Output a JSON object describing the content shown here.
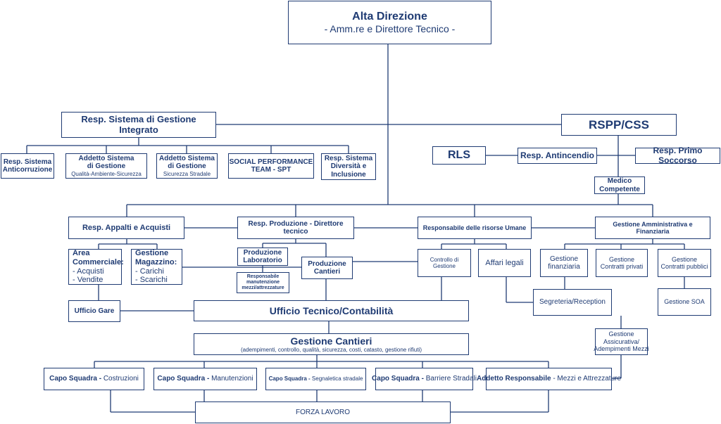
{
  "alta_direzione": {
    "title": "Alta Direzione",
    "subtitle": "- Amm.re e Direttore Tecnico -"
  },
  "sgi": {
    "title": "Resp. Sistema di Gestione Integrato"
  },
  "rspp": {
    "title": "RSPP/CSS"
  },
  "rls": {
    "title": "RLS"
  },
  "antincendio": {
    "title": "Resp. Antincendio"
  },
  "primo_soccorso": {
    "title": "Resp. Primo Soccorso"
  },
  "medico": {
    "line1": "Medico",
    "line2": "Competente"
  },
  "anticorruzione": {
    "line1": "Resp. Sistema",
    "line2": "Anticorruzione"
  },
  "addetto_qas": {
    "line1": "Addetto Sistema",
    "line2": "di Gestione",
    "sub": "Qualità-Ambiente-Sicurezza"
  },
  "addetto_stradale": {
    "line1": "Addetto Sistema",
    "line2": "di Gestione",
    "sub": "Sicurezza Stradale"
  },
  "spt": {
    "line1": "SOCIAL PERFORMANCE",
    "line2": "TEAM - SPT"
  },
  "diversita": {
    "line1": "Resp. Sistema",
    "line2": "Diversità e",
    "line3": "Inclusione"
  },
  "appalti": {
    "title": "Resp. Appalti e Acquisti"
  },
  "produzione": {
    "title": "Resp. Produzione - Direttore tecnico"
  },
  "risorse_umane": {
    "title": "Responsabile delle risorse Umane"
  },
  "amministrativa": {
    "title": "Gestione Amministrativa e Finanziaria"
  },
  "area_commerciale": {
    "line1": "Area",
    "line2": "Commerciale:",
    "item1": "- Acquisti",
    "item2": "- Vendite"
  },
  "magazzino": {
    "line1": "Gestione",
    "line2": "Magazzino:",
    "item1": "- Carichi",
    "item2": "- Scarichi"
  },
  "prod_lab": {
    "line1": "Produzione",
    "line2": "Laboratorio"
  },
  "resp_manutenzione": {
    "line1": "Responsabile",
    "line2": "manutenzione",
    "line3": "mezzi/attrezzature"
  },
  "prod_cantieri": {
    "line1": "Produzione",
    "line2": "Cantieri"
  },
  "controllo_gestione": {
    "title": "Controllo di Gestione"
  },
  "affari_legali": {
    "title": "Affari legali"
  },
  "gestione_finanziaria": {
    "line1": "Gestione",
    "line2": "finanziaria"
  },
  "contratti_privati": {
    "line1": "Gestione",
    "line2": "Contratti privati"
  },
  "contratti_pubblici": {
    "line1": "Gestione",
    "line2": "Contratti pubblici"
  },
  "segreteria": {
    "title": "Segreteria/Reception"
  },
  "soa": {
    "title": "Gestione SOA"
  },
  "assicurativa": {
    "line1": "Gestione",
    "line2": "Assicurativa/",
    "line3": "Adempimenti Mezzi"
  },
  "ufficio_gare": {
    "title": "Ufficio Gare"
  },
  "ufficio_tecnico": {
    "title": "Ufficio Tecnico/Contabilità"
  },
  "gestione_cantieri": {
    "title": "Gestione Cantieri",
    "subtitle": "(adempimenti, controllo, qualità, sicurezza, costi, catasto, gestione rifiuti)"
  },
  "capo1": {
    "role": "Capo Squadra - ",
    "area": "Costruzioni"
  },
  "capo2": {
    "role": "Capo Squadra - ",
    "area": "Manutenzioni"
  },
  "capo3": {
    "role": "Capo Squadra - ",
    "area": "Segnaletica stradale"
  },
  "capo4": {
    "role": "Capo Squadra - ",
    "area": "Barriere Stradali"
  },
  "addetto_resp": {
    "role": "Addetto Responsabile",
    "area": " - Mezzi e Attrezzature"
  },
  "forza_lavoro": {
    "title": "FORZA LAVORO"
  },
  "colors": {
    "line": "#1f3b73",
    "text": "#1f3b73",
    "background": "#ffffff"
  }
}
